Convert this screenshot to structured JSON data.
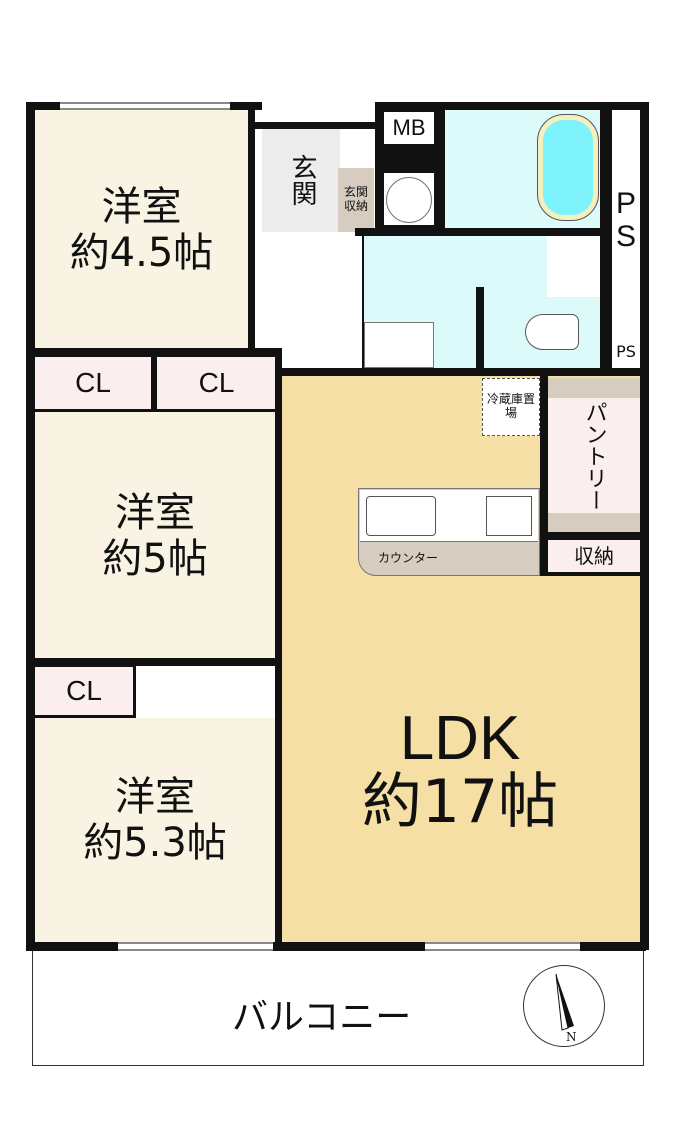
{
  "rooms": {
    "western1": {
      "name": "洋室",
      "size": "約4.5帖"
    },
    "western2": {
      "name": "洋室",
      "size": "約5帖"
    },
    "western3": {
      "name": "洋室",
      "size": "約5.3帖"
    },
    "ldk": {
      "name": "LDK",
      "size": "約17帖"
    },
    "entrance": "玄関",
    "entrance_storage": "玄関収納",
    "mb": "MB",
    "ps_large": "PS",
    "ps_small": "PS",
    "fridge": "冷蔵庫置場",
    "pantry": "パントリー",
    "storage": "収納",
    "counter": "カウンター",
    "balcony": "バルコニー",
    "closets": [
      "CL",
      "CL",
      "CL"
    ]
  },
  "compass": {
    "north_label": "N"
  },
  "colors": {
    "western": "#f8f3e3",
    "ldk": "#f5dfa5",
    "wet": "#dcfafa",
    "closet": "#fbeeee",
    "storage": "#d6ccbf",
    "wall": "#111111"
  }
}
